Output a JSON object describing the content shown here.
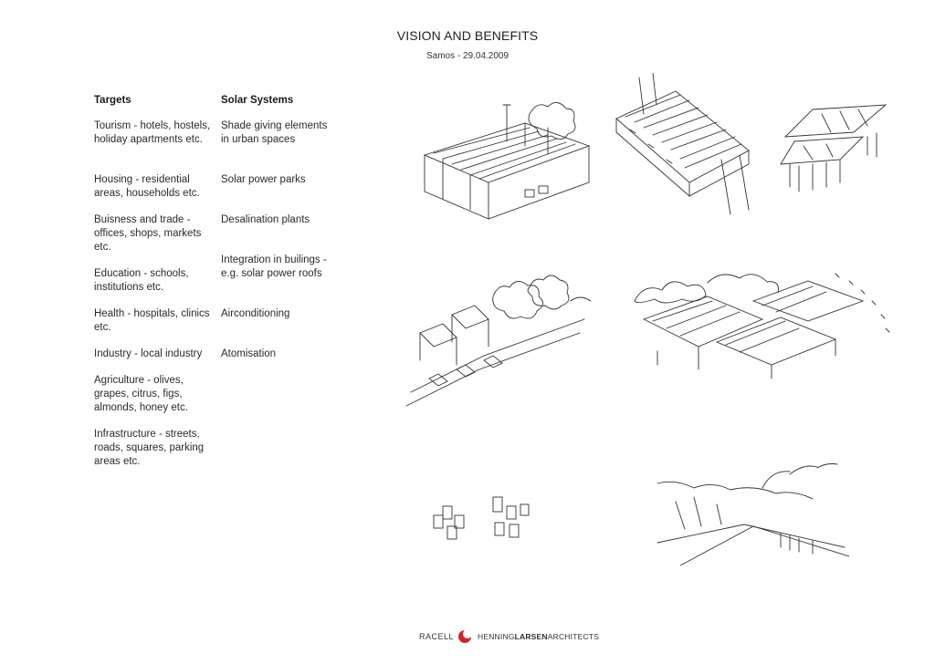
{
  "page": {
    "title": "VISION AND BENEFITS",
    "subtitle": "Samos - 29.04.2009"
  },
  "targets": {
    "heading": "Targets",
    "items": [
      "Tourism - hotels, hostels, holiday apartments etc.",
      "Housing - residential areas, households etc.",
      "Buisness and trade - offices, shops, markets etc.",
      "Education - schools, institutions etc.",
      "Health - hospitals, clinics etc.",
      "Industry - local industry",
      "Agriculture - olives, grapes, citrus, figs, almonds, honey etc.",
      "Infrastructure - streets, roads, squares, parking areas etc."
    ]
  },
  "solar_systems": {
    "heading": "Solar Systems",
    "items": [
      "Shade giving elements in urban spaces",
      "Solar power parks",
      "Desalination plants",
      "Integration in builings - e.g. solar power roofs",
      "Airconditioning",
      "Atomisation"
    ]
  },
  "footer": {
    "left_brand": "RACELL",
    "right_brand_prefix": "HENNING",
    "right_brand_bold": "LARSEN",
    "right_brand_suffix": "ARCHITECTS",
    "logo_icon": "crescent-logo-icon",
    "accent_color": "#d2232a"
  }
}
